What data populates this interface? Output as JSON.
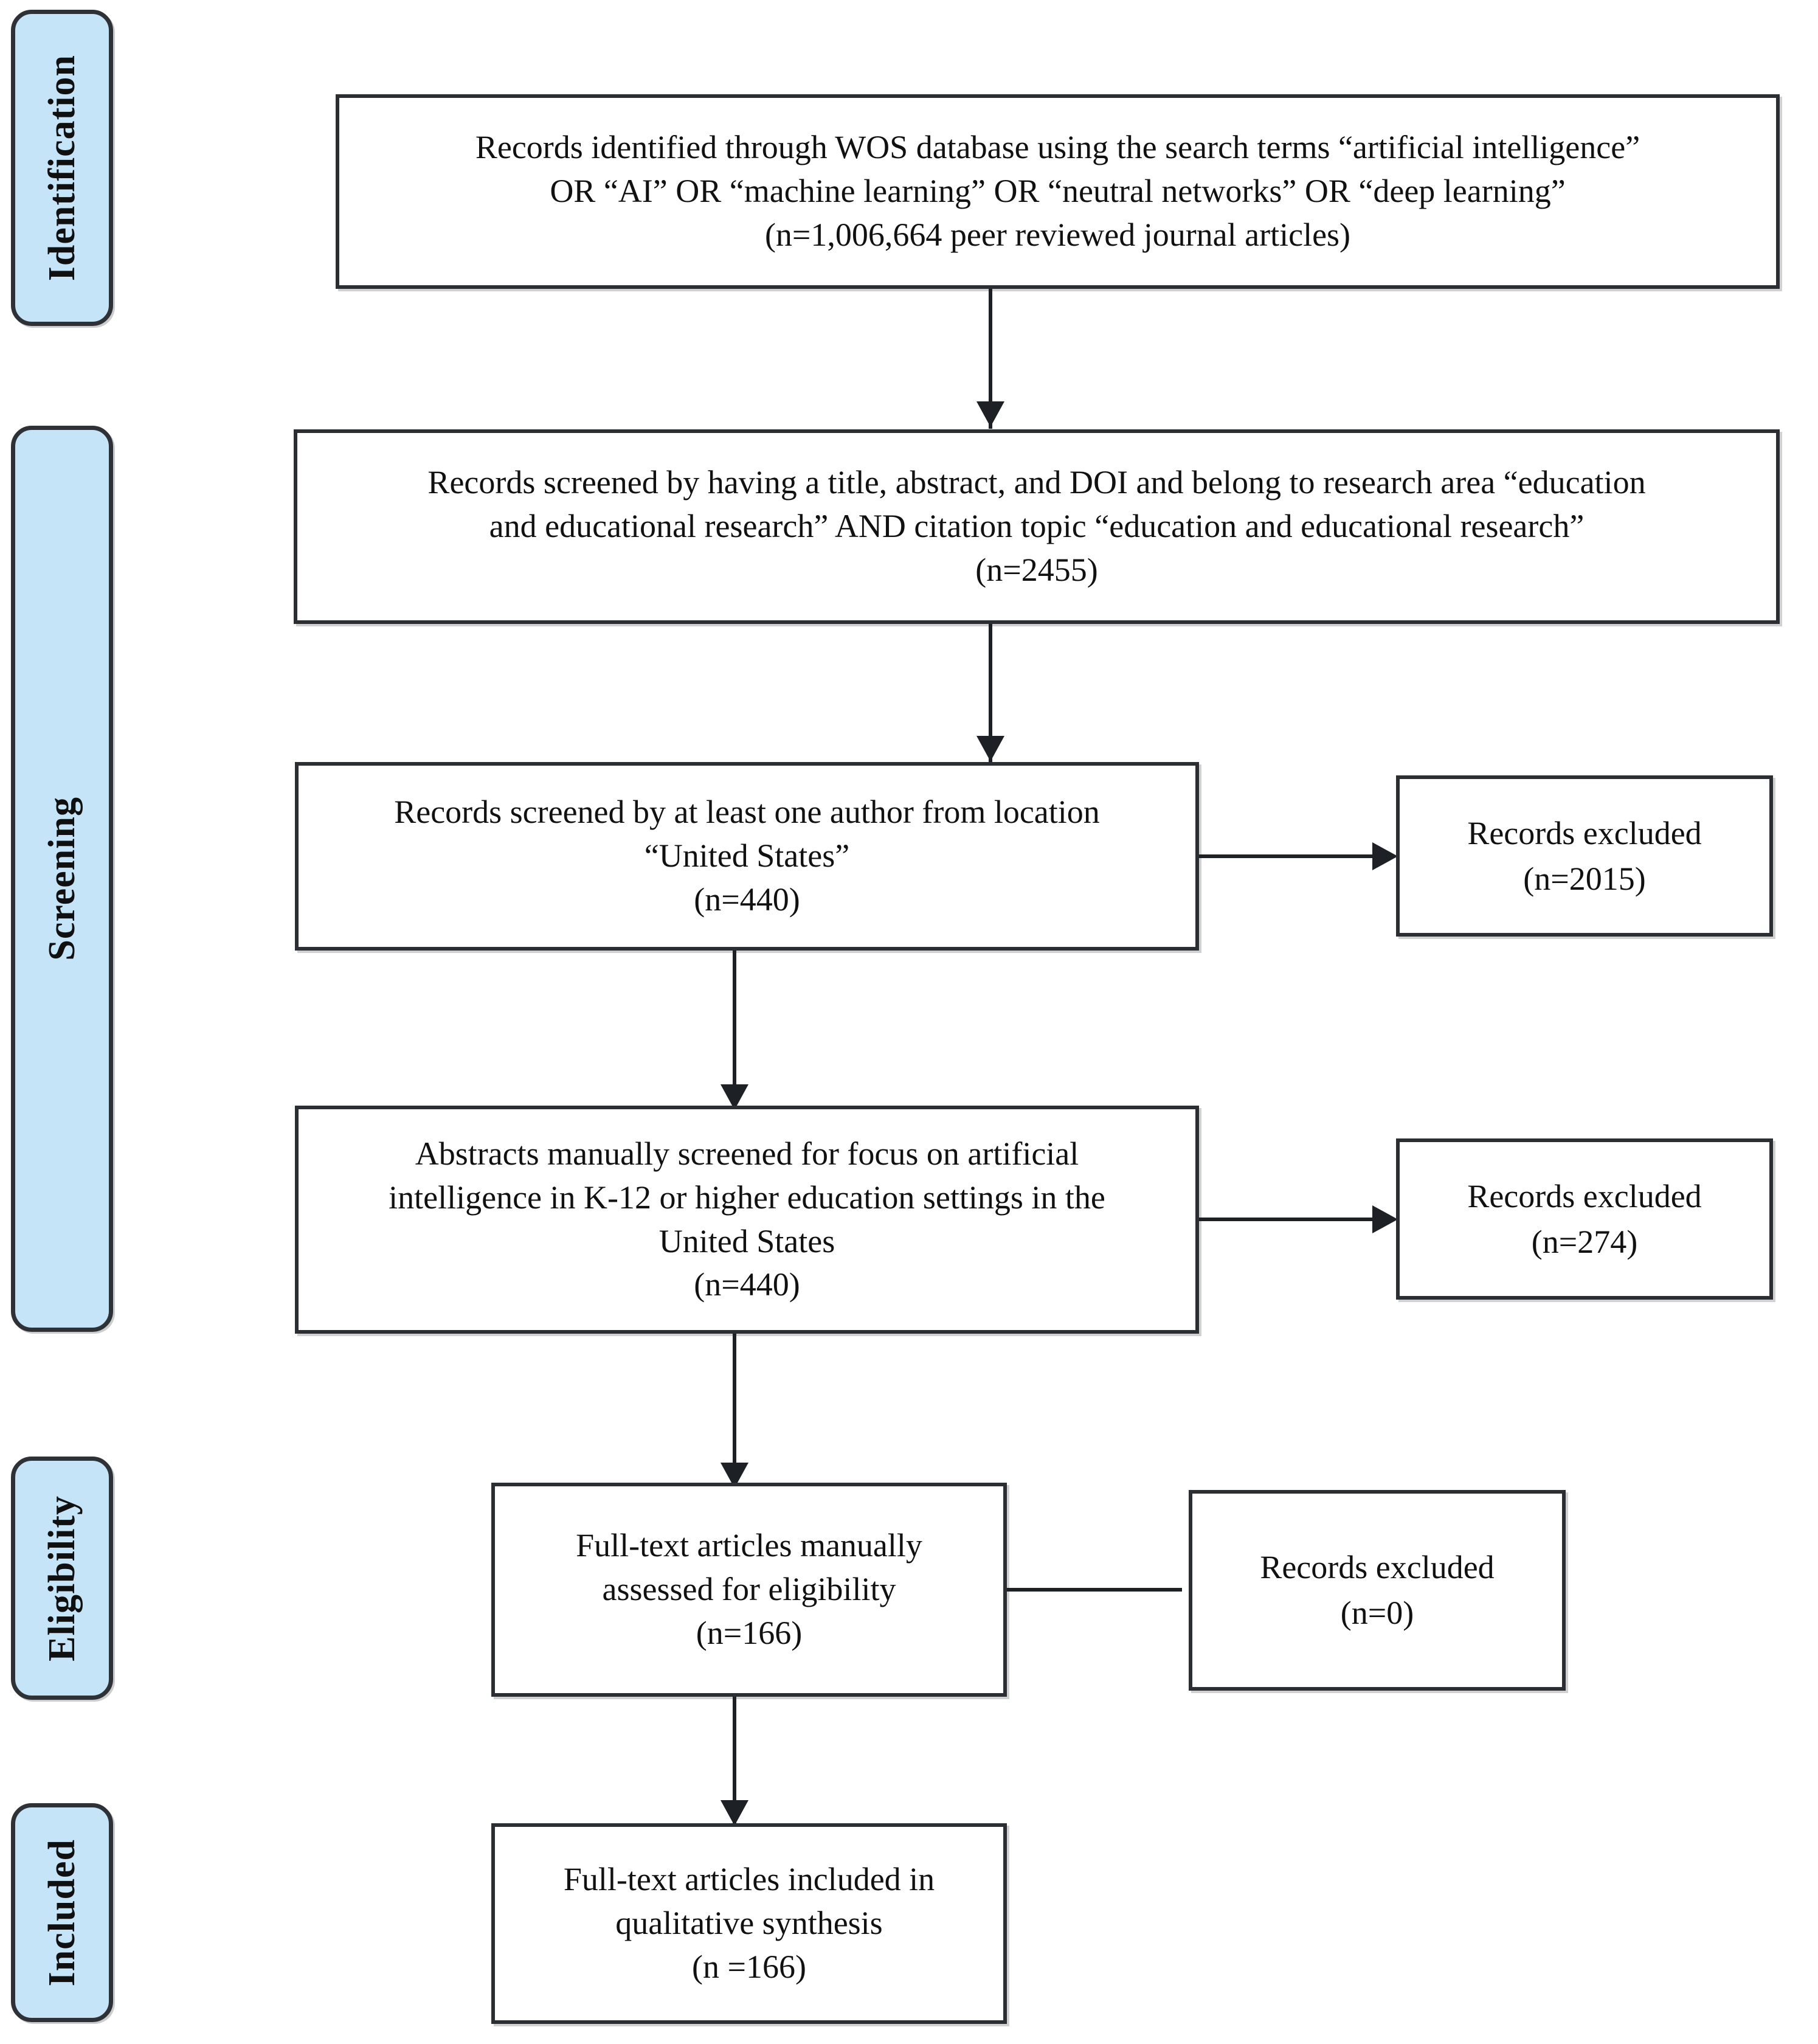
{
  "figure": {
    "type": "prisma-flow-diagram",
    "accent_color": "#c6e4f8",
    "border_color": "#2b2f33",
    "background_color": "#ffffff"
  },
  "stages": [
    {
      "id": "identification",
      "label": "Identification"
    },
    {
      "id": "screening",
      "label": "Screening"
    },
    {
      "id": "eligibility",
      "label": "Eligibility"
    },
    {
      "id": "included",
      "label": "Included"
    }
  ],
  "boxes": {
    "identified": {
      "text": "Records identified through WOS database using the search terms “artificial intelligence”\nOR “AI” OR “machine learning” OR “neutral networks” OR “deep learning”\n(n=1,006,664 peer reviewed journal articles)",
      "count": "1,006,664"
    },
    "screened_metadata": {
      "text": "Records screened by having a title, abstract, and DOI and belong to research area “education\nand educational research” AND citation topic “education and educational research”\n(n=2455)",
      "count": "2455"
    },
    "screened_location": {
      "text": "Records screened by at least one author from location\n“United States”\n(n=440)",
      "count": "440"
    },
    "excluded_location": {
      "text": "Records excluded\n(n=2015)",
      "count": "2015"
    },
    "abstracts_screened": {
      "text": "Abstracts manually screened for focus on artificial\nintelligence in K-12 or higher education settings in the\nUnited States\n(n=440)",
      "count": "440"
    },
    "excluded_abstracts": {
      "text": "Records excluded\n(n=274)",
      "count": "274"
    },
    "fulltext_assessed": {
      "text": "Full-text articles manually\nassessed for eligibility\n(n=166)",
      "count": "166"
    },
    "excluded_fulltext": {
      "text": "Records excluded\n(n=0)",
      "count": "0"
    },
    "fulltext_included": {
      "text": "Full-text articles included in\nqualitative synthesis\n(n =166)",
      "count": "166"
    }
  }
}
